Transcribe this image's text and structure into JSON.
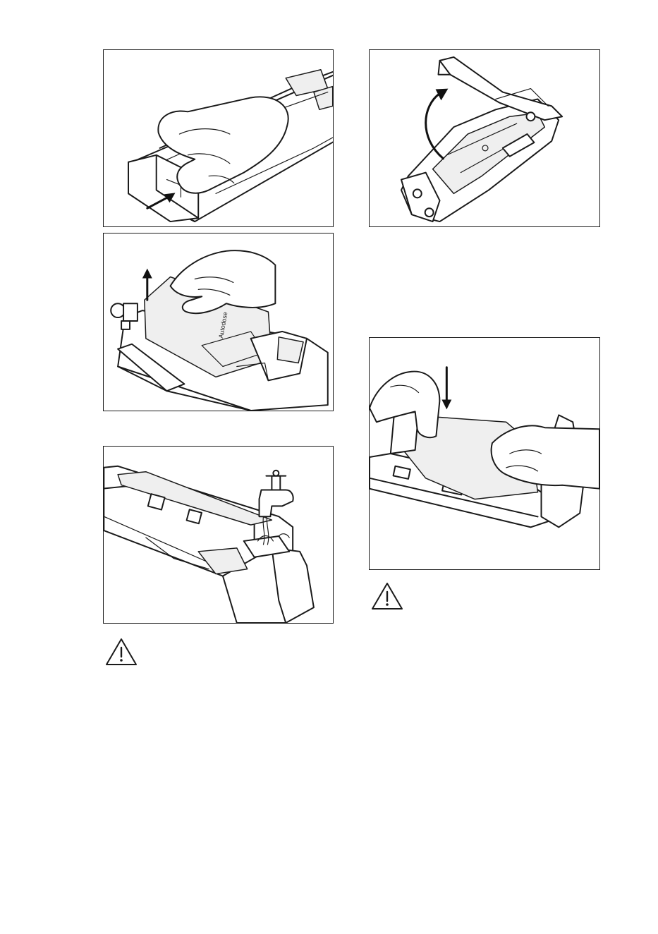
{
  "panels": {
    "fig1": {
      "icon": "hand-pressing-release-lever"
    },
    "fig2": {
      "icon": "hand-lifting-dispenser-cover",
      "printed_label": "Autodose"
    },
    "fig3": {
      "icon": "tap-rinsing-dispenser"
    },
    "fig4": {
      "icon": "lifting-dispenser-lid"
    },
    "fig5": {
      "icon": "hands-inserting-dispenser"
    }
  },
  "warnings": [
    {
      "icon": "warning-triangle-icon",
      "symbol": "!"
    },
    {
      "icon": "warning-triangle-icon",
      "symbol": "!"
    }
  ],
  "colors": {
    "line": "#1a1a1a",
    "background": "#ffffff"
  }
}
